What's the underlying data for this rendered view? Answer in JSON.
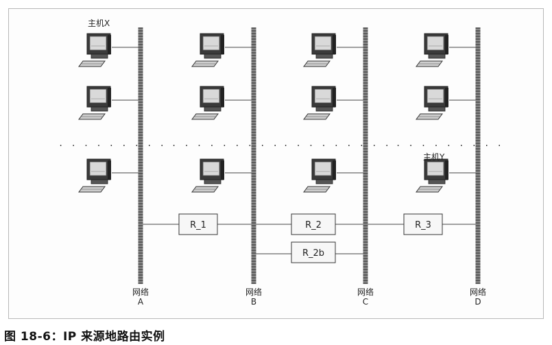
{
  "figure": {
    "caption": "图 18-6：IP 来源地路由实例"
  },
  "networks": [
    {
      "id": "A",
      "label": "网络",
      "letter": "A"
    },
    {
      "id": "B",
      "label": "网络",
      "letter": "B"
    },
    {
      "id": "C",
      "label": "网络",
      "letter": "C"
    },
    {
      "id": "D",
      "label": "网络",
      "letter": "D"
    }
  ],
  "routers": [
    {
      "id": "r1",
      "label": "R_1",
      "connects": [
        "A",
        "B"
      ]
    },
    {
      "id": "r2",
      "label": "R_2",
      "connects": [
        "B",
        "C"
      ]
    },
    {
      "id": "r2b",
      "label": "R_2b",
      "connects": [
        "B",
        "C"
      ]
    },
    {
      "id": "r3",
      "label": "R_3",
      "connects": [
        "C",
        "D"
      ]
    }
  ],
  "host_labels": {
    "host_x": "主机X",
    "host_y": "主机Y"
  },
  "ellipsis": ". . .",
  "colors": {
    "network_bar": "#707070",
    "router_fill": "#f7f7f7",
    "line": "#444444",
    "monitor": "#2a2a2a"
  }
}
